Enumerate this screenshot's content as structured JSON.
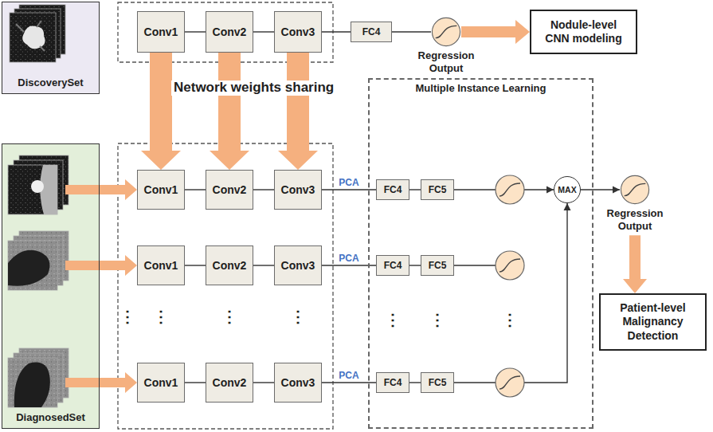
{
  "diagram": {
    "nodes": [
      {
        "text": [
          "DiscoverySet"
        ]
      },
      {
        "text": [
          "Conv1"
        ]
      },
      {
        "text": [
          "Conv2"
        ]
      },
      {
        "text": [
          "Conv3"
        ]
      },
      {
        "text": [
          "FC4"
        ]
      },
      {
        "text": [
          "Regression Output"
        ]
      },
      {
        "text": [
          "Nodule-level CNN modeling"
        ]
      },
      {
        "text": [
          "DiagnosedSet"
        ]
      },
      {
        "text": [
          "Conv1"
        ]
      },
      {
        "text": [
          "Conv2"
        ]
      },
      {
        "text": [
          "Conv3"
        ]
      },
      {
        "text": [
          "Conv1"
        ]
      },
      {
        "text": [
          "Conv2"
        ]
      },
      {
        "text": [
          "Conv3"
        ]
      },
      {
        "text": [
          "Conv1"
        ]
      },
      {
        "text": [
          "Conv2"
        ]
      },
      {
        "text": [
          "Conv3"
        ]
      },
      {
        "text": [
          "Multiple Instance Learning"
        ]
      },
      {
        "text": [
          "FC4"
        ],
        "in": 17
      },
      {
        "text": [
          "FC5"
        ],
        "in": 17
      },
      {
        "text": [
          "FC4"
        ],
        "in": 17
      },
      {
        "text": [
          "FC5"
        ],
        "in": 17
      },
      {
        "text": [
          "FC4"
        ],
        "in": 17
      },
      {
        "text": [
          "FC5"
        ],
        "in": 17
      },
      {
        "text": [
          "MAX"
        ],
        "in": 17
      },
      {
        "text": [
          "Regression Output"
        ]
      },
      {
        "text": [
          "Patient-level Malignancy Detection"
        ]
      }
    ],
    "edges": [
      {
        "from": 1,
        "to": 2,
        "arrow": "none"
      },
      {
        "from": 2,
        "to": 3,
        "arrow": "none"
      },
      {
        "from": 3,
        "to": 4,
        "arrow": "none"
      },
      {
        "from": 4,
        "to": 5,
        "arrow": "none"
      },
      {
        "from": 5,
        "to": 6,
        "arrow": "to"
      },
      {
        "from": 1,
        "to": 8,
        "arrow": "to"
      },
      {
        "from": 2,
        "to": 9,
        "arrow": "to"
      },
      {
        "from": 3,
        "to": 10,
        "arrow": "to"
      },
      {
        "from": 7,
        "to": 8,
        "arrow": "to"
      },
      {
        "from": 7,
        "to": 11,
        "arrow": "to"
      },
      {
        "from": 7,
        "to": 14,
        "arrow": "to"
      },
      {
        "from": 8,
        "to": 9,
        "arrow": "none"
      },
      {
        "from": 9,
        "to": 10,
        "arrow": "none"
      },
      {
        "from": 11,
        "to": 12,
        "arrow": "none"
      },
      {
        "from": 12,
        "to": 13,
        "arrow": "none"
      },
      {
        "from": 14,
        "to": 15,
        "arrow": "none"
      },
      {
        "from": 15,
        "to": 16,
        "arrow": "none"
      },
      {
        "from": 10,
        "to": 18,
        "label": "PCA",
        "arrow": "none"
      },
      {
        "from": 13,
        "to": 20,
        "label": "PCA",
        "arrow": "none"
      },
      {
        "from": 16,
        "to": 22,
        "label": "PCA",
        "arrow": "none"
      },
      {
        "from": 18,
        "to": 19,
        "arrow": "none"
      },
      {
        "from": 20,
        "to": 21,
        "arrow": "none"
      },
      {
        "from": 22,
        "to": 23,
        "arrow": "none"
      },
      {
        "from": 19,
        "to": 24,
        "arrow": "to"
      },
      {
        "from": 23,
        "to": 24,
        "arrow": "to"
      },
      {
        "from": 24,
        "to": 25,
        "arrow": "to"
      },
      {
        "from": 25,
        "to": 26,
        "arrow": "to"
      }
    ],
    "labels": [
      "Network weights sharing",
      "⋮",
      "⋮",
      "⋮",
      "⋮",
      "⋮",
      "⋮",
      "⋮"
    ]
  }
}
